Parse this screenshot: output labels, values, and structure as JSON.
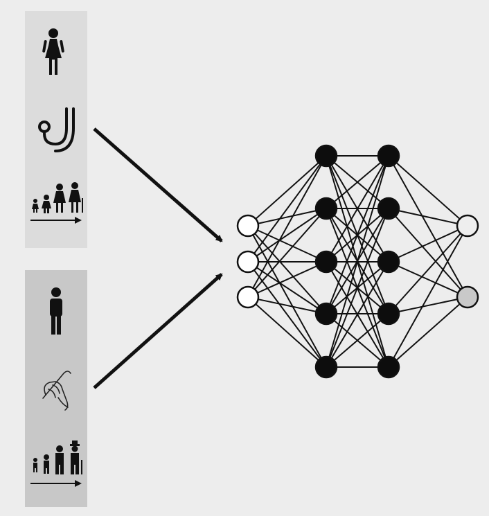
{
  "colors": {
    "background": "#ededed",
    "panel_top": "#dcdcdc",
    "panel_bottom": "#c8c8c8",
    "node_hidden": "#0d0d0d",
    "node_input": "#ffffff",
    "node_output_1": "#eeeeee",
    "node_output_2": "#c9c9c9",
    "edge": "#111111"
  },
  "panels": [
    {
      "icons": [
        "woman-icon",
        "stethoscope-icon",
        "female-age-progression-icon"
      ]
    },
    {
      "icons": [
        "man-icon",
        "surgical-hand-icon",
        "male-age-progression-icon"
      ]
    }
  ],
  "network": {
    "layers": [
      {
        "role": "input",
        "nodes": 3
      },
      {
        "role": "hidden",
        "nodes": 5
      },
      {
        "role": "hidden",
        "nodes": 5
      },
      {
        "role": "output",
        "nodes": 2
      }
    ],
    "fully_connected": true
  }
}
